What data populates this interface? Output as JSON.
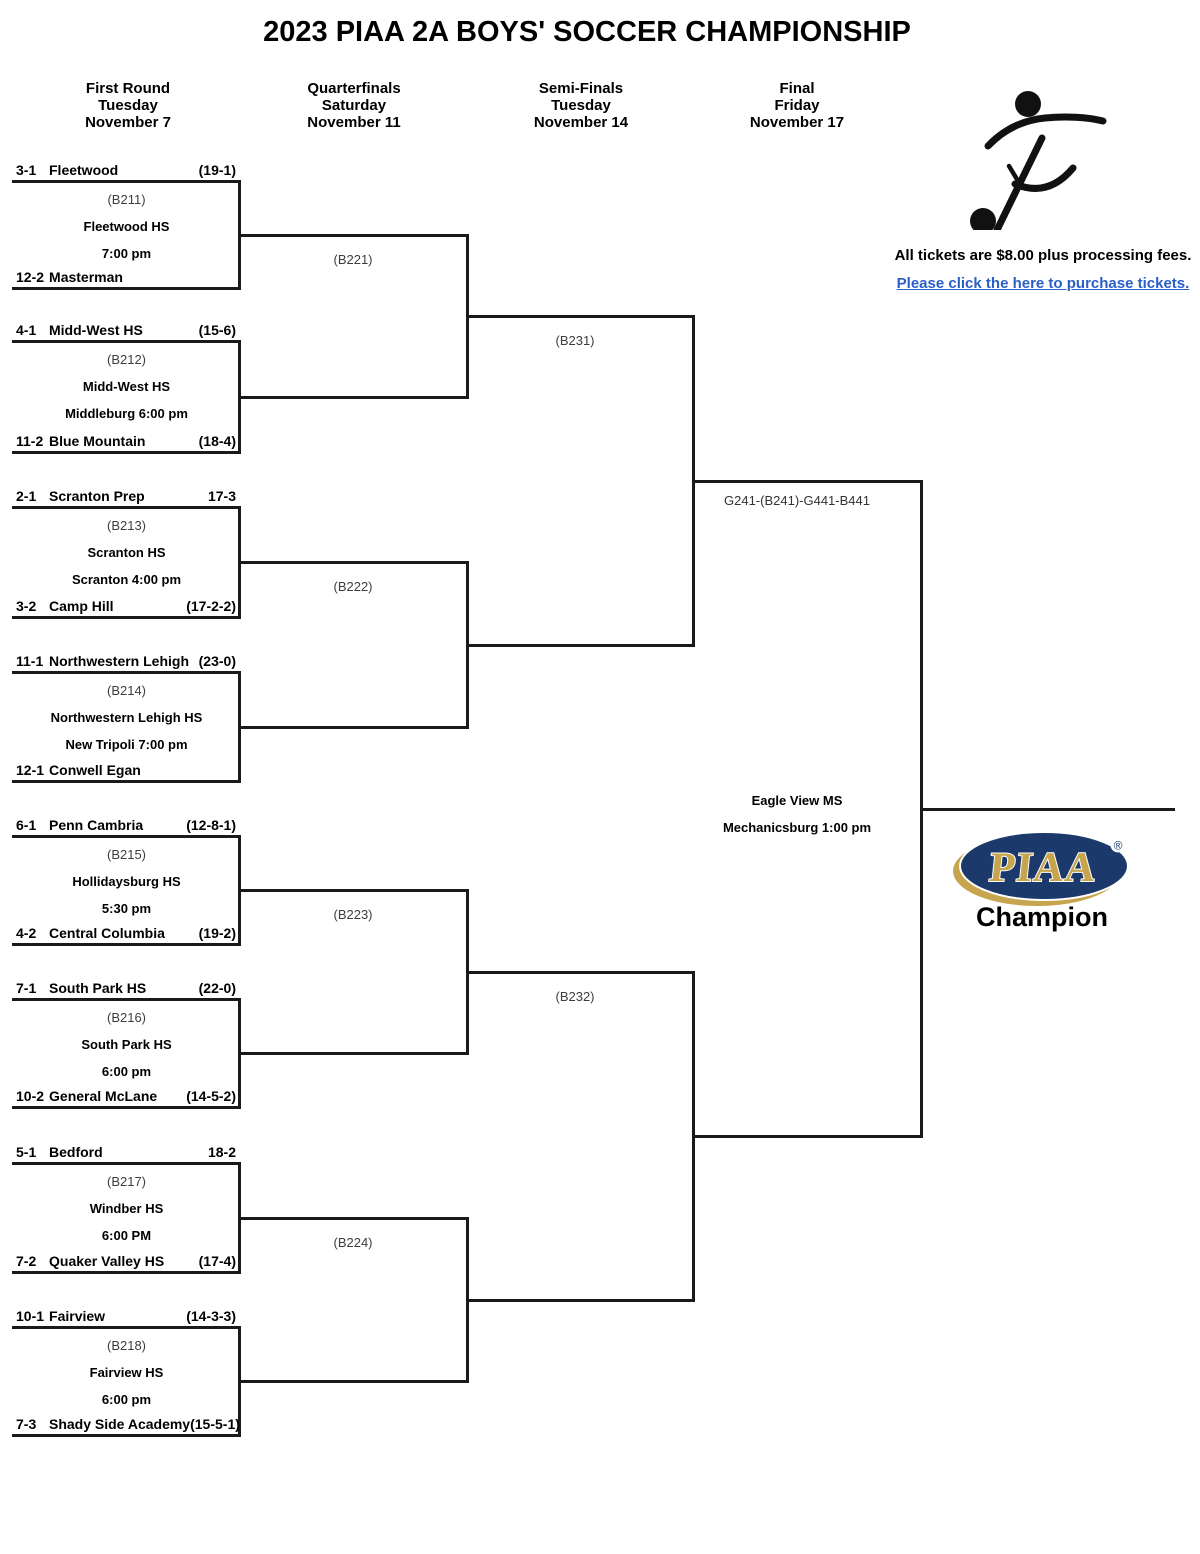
{
  "title": "2023 PIAA 2A BOYS' SOCCER CHAMPIONSHIP",
  "round_headers": [
    {
      "label": "First Round",
      "day": "Tuesday",
      "date": "November 7"
    },
    {
      "label": "Quarterfinals",
      "day": "Saturday",
      "date": "November 11"
    },
    {
      "label": "Semi-Finals",
      "day": "Tuesday",
      "date": "November 14"
    },
    {
      "label": "Final",
      "day": "Friday",
      "date": "November 17"
    }
  ],
  "tickets": {
    "notice": "All tickets are $8.00 plus processing fees.",
    "link_text": "Please click the here to purchase tickets."
  },
  "first_round": [
    {
      "game": "(B211)",
      "venue": "Fleetwood HS",
      "time": "7:00 pm",
      "top": {
        "seed": "3-1",
        "name": "Fleetwood",
        "record": "(19-1)"
      },
      "bottom": {
        "seed": "12-2",
        "name": "Masterman",
        "record": ""
      }
    },
    {
      "game": "(B212)",
      "venue": "Midd-West HS",
      "time": "Middleburg 6:00 pm",
      "top": {
        "seed": "4-1",
        "name": "Midd-West HS",
        "record": "(15-6)"
      },
      "bottom": {
        "seed": "11-2",
        "name": "Blue Mountain",
        "record": "(18-4)"
      }
    },
    {
      "game": "(B213)",
      "venue": "Scranton HS",
      "time": "Scranton 4:00 pm",
      "top": {
        "seed": "2-1",
        "name": "Scranton Prep",
        "record": "17-3"
      },
      "bottom": {
        "seed": "3-2",
        "name": "Camp Hill",
        "record": "(17-2-2)"
      }
    },
    {
      "game": "(B214)",
      "venue": "Northwestern Lehigh HS",
      "time": "New Tripoli 7:00 pm",
      "top": {
        "seed": "11-1",
        "name": "Northwestern Lehigh",
        "record": "(23-0)"
      },
      "bottom": {
        "seed": "12-1",
        "name": "Conwell Egan",
        "record": ""
      }
    },
    {
      "game": "(B215)",
      "venue": "Hollidaysburg HS",
      "time": "5:30 pm",
      "top": {
        "seed": "6-1",
        "name": "Penn Cambria",
        "record": "(12-8-1)"
      },
      "bottom": {
        "seed": "4-2",
        "name": "Central Columbia",
        "record": "(19-2)"
      }
    },
    {
      "game": "(B216)",
      "venue": "South Park HS",
      "time": "6:00 pm",
      "top": {
        "seed": "7-1",
        "name": "South Park HS",
        "record": "(22-0)"
      },
      "bottom": {
        "seed": "10-2",
        "name": "General McLane",
        "record": "(14-5-2)"
      }
    },
    {
      "game": "(B217)",
      "venue": "Windber HS",
      "time": "6:00 PM",
      "top": {
        "seed": "5-1",
        "name": "Bedford",
        "record": "18-2"
      },
      "bottom": {
        "seed": "7-2",
        "name": "Quaker Valley HS",
        "record": "(17-4)"
      }
    },
    {
      "game": "(B218)",
      "venue": "Fairview HS",
      "time": "6:00 pm",
      "top": {
        "seed": "10-1",
        "name": "Fairview",
        "record": "(14-3-3)"
      },
      "bottom": {
        "seed": "7-3",
        "name": "Shady Side Academy",
        "record": "(15-5-1)"
      }
    }
  ],
  "quarterfinals": [
    {
      "game": "(B221)"
    },
    {
      "game": "(B222)"
    },
    {
      "game": "(B223)"
    },
    {
      "game": "(B224)"
    }
  ],
  "semifinals": [
    {
      "game": "(B231)"
    },
    {
      "game": "(B232)"
    }
  ],
  "final": {
    "code": "G241-(B241)-G441-B441",
    "venue": "Eagle View MS",
    "location_time": "Mechanicsburg 1:00 pm"
  },
  "champion": {
    "logo_text": "PIAA",
    "registered": "®",
    "label": "Champion"
  },
  "colors": {
    "navy": "#1b3a6b",
    "gold": "#c7a44e",
    "link_blue": "#2a5fc6",
    "line": "#1a1a1a"
  }
}
